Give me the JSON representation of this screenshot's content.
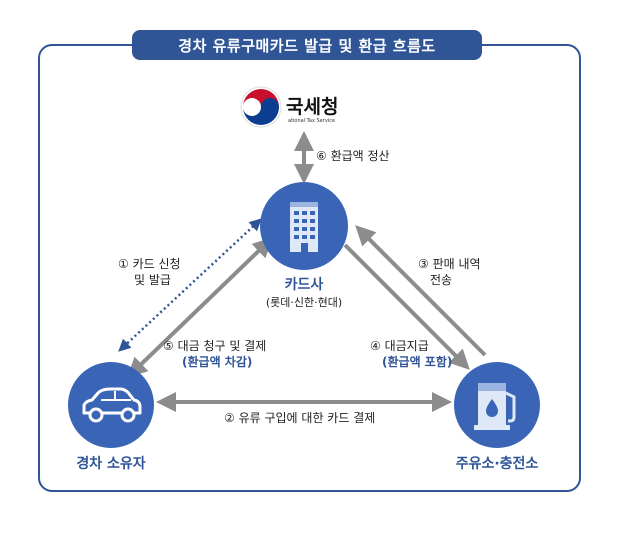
{
  "title": "경차 유류구매카드 발급 및 환급 흐름도",
  "nts": {
    "name": "국세청",
    "subtitle": "ational Tax Service"
  },
  "card_company": {
    "name": "카드사",
    "members": "(롯데·신한·현대)"
  },
  "car_owner": {
    "name": "경차 소유자"
  },
  "gas_station": {
    "name": "주유소·충전소"
  },
  "steps": {
    "s6": "⑥ 환급액 정산",
    "s1_line1": "① 카드 신청",
    "s1_line2": "및 발급",
    "s3_line1": "③ 판매 내역",
    "s3_line2": "전송",
    "s5_line1": "⑤ 대금 청구 및 결제",
    "s5_line2": "(환급액 차감)",
    "s4_line1": "④ 대금지급",
    "s4_line2": "(환급액 포함)",
    "s2": "② 유류 구입에 대한 카드 결제"
  },
  "colors": {
    "primary": "#2f5597",
    "circle": "#3a64b5",
    "arrow": "#8c8c8c",
    "dotted": "#2f5597"
  }
}
